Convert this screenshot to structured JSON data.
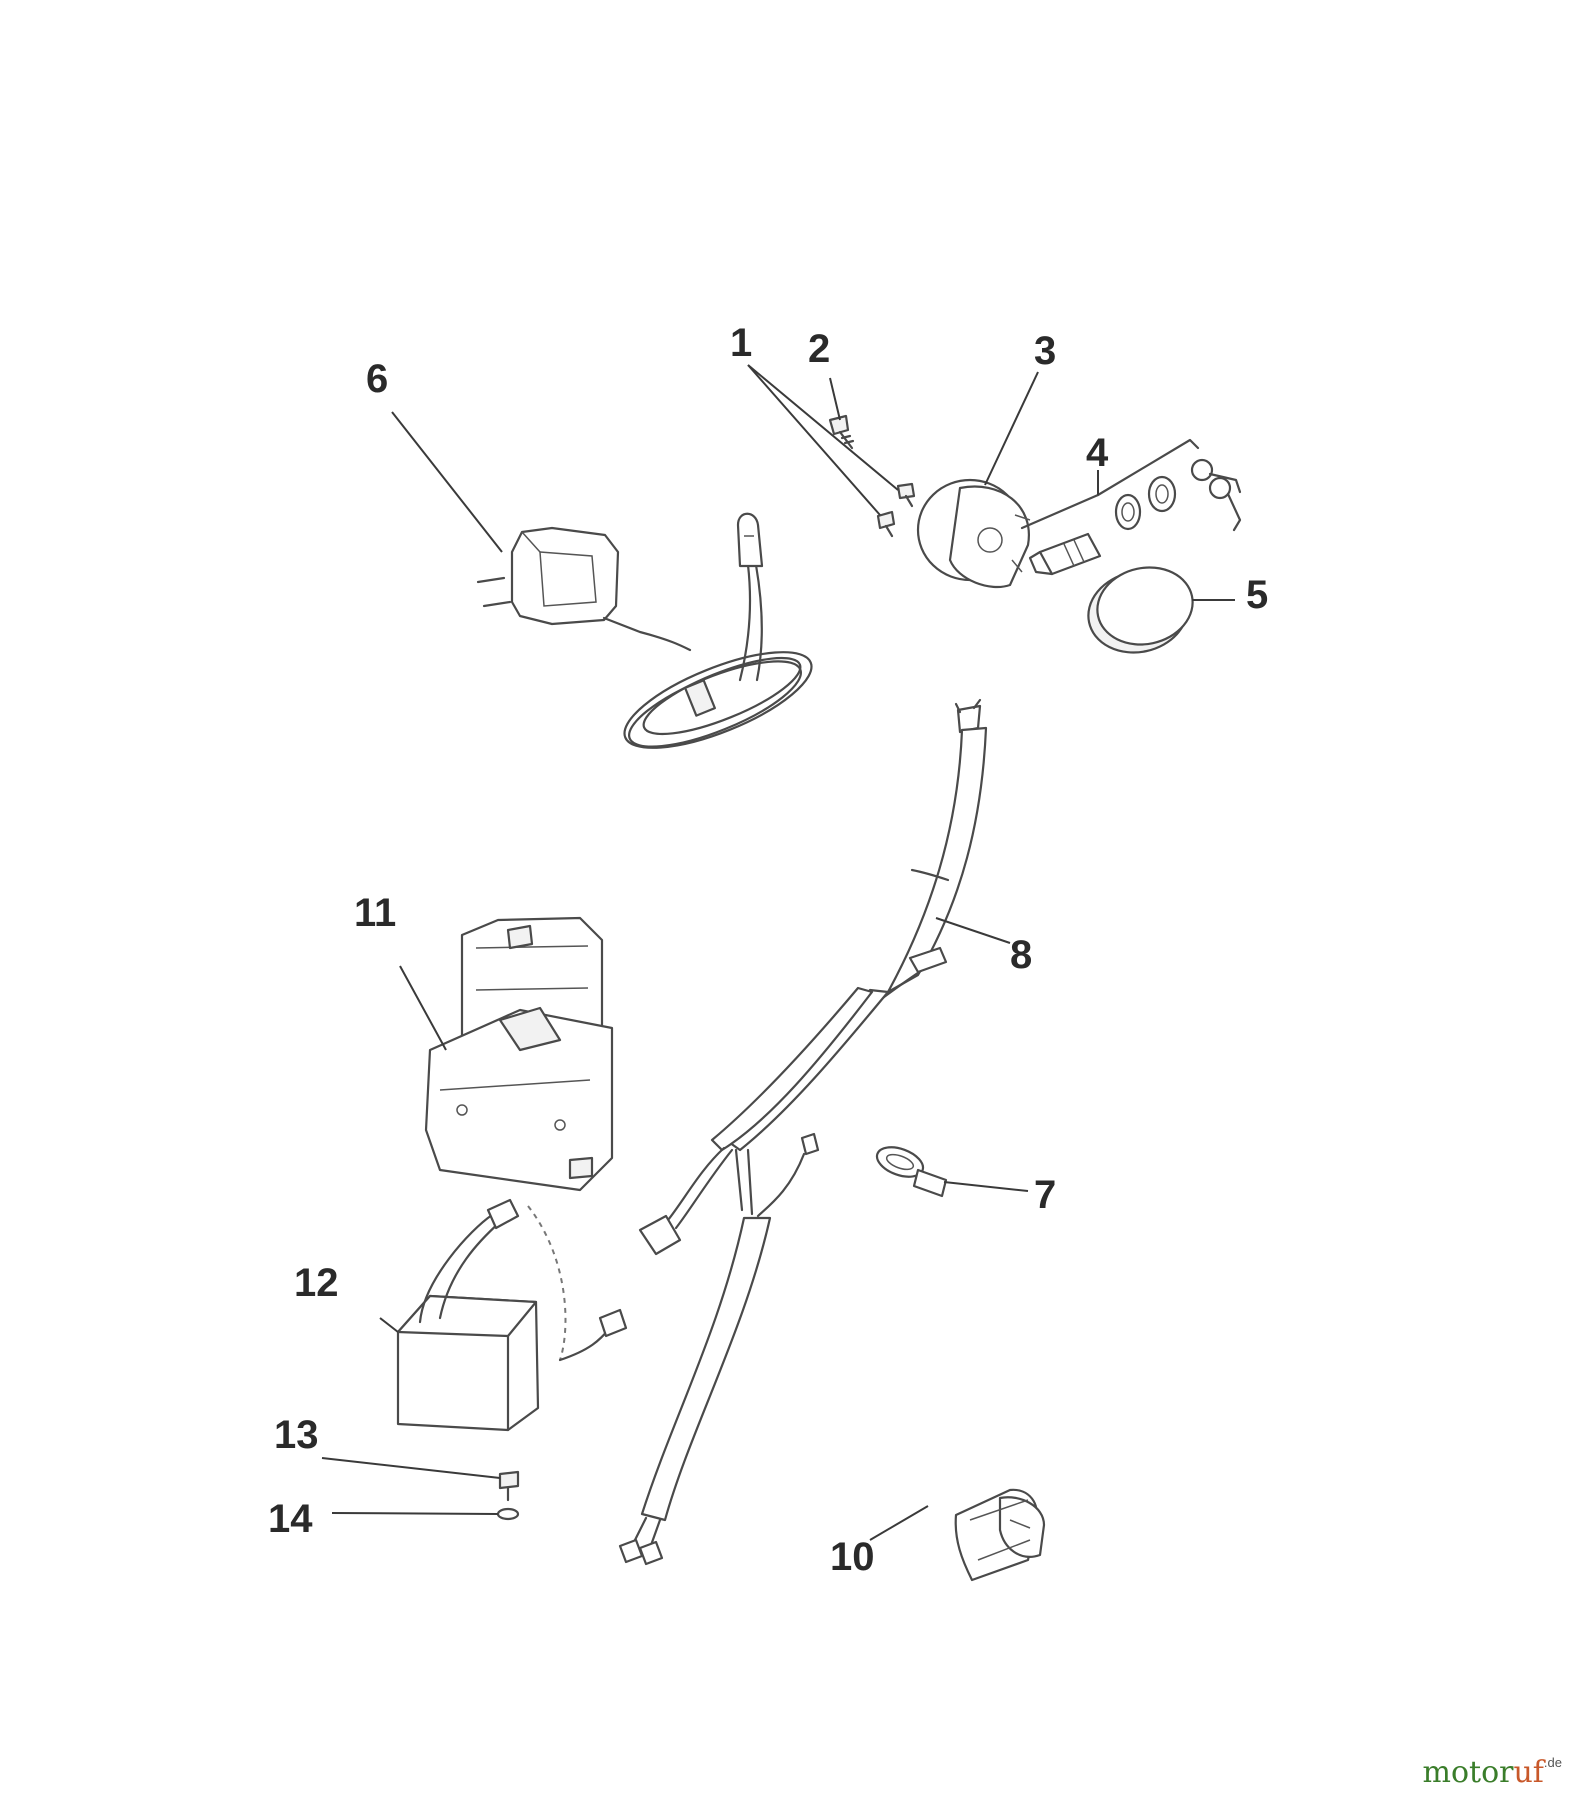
{
  "diagram": {
    "callouts": [
      {
        "id": "1",
        "label": "1"
      },
      {
        "id": "2",
        "label": "2"
      },
      {
        "id": "3",
        "label": "3"
      },
      {
        "id": "4",
        "label": "4"
      },
      {
        "id": "5",
        "label": "5"
      },
      {
        "id": "6",
        "label": "6"
      },
      {
        "id": "7",
        "label": "7"
      },
      {
        "id": "8",
        "label": "8"
      },
      {
        "id": "10",
        "label": "10"
      },
      {
        "id": "11",
        "label": "11"
      },
      {
        "id": "12",
        "label": "12"
      },
      {
        "id": "13",
        "label": "13"
      },
      {
        "id": "14",
        "label": "14"
      }
    ]
  },
  "watermark": {
    "brand_a": "motor",
    "brand_b": "uf",
    "suffix": ".de"
  },
  "colors": {
    "ink": "#3a3a3a",
    "brand_green": "#3a7d2a",
    "brand_orange": "#c8582a"
  }
}
